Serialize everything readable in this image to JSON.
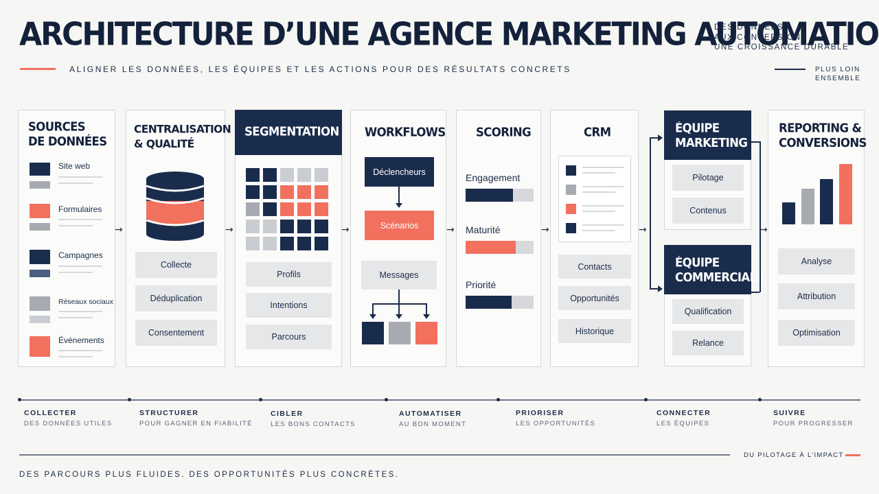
{
  "header": {
    "title": "ARCHITECTURE D’UNE AGENCE MARKETING AUTOMATION",
    "tagline": [
      "DES DONNÉES",
      "AUX CONVERSIONS",
      "UNE CROISSANCE DURABLE"
    ],
    "subtitle": "ALIGNER LES DONNÉES, LES ÉQUIPES ET LES ACTIONS POUR DES RÉSULTATS CONCRETS",
    "side_note": [
      "PLUS LOIN",
      "ENSEMBLE"
    ]
  },
  "colors": {
    "navy": "#1a2c4c",
    "coral": "#f2705e",
    "grey": "#a7abb1",
    "background": "#f6f6f4"
  },
  "panels": {
    "sources": {
      "title": [
        "SOURCES",
        "DE DONNÉES"
      ],
      "items": [
        "Site web",
        "Formulaires",
        "Campagnes",
        "Réseaux sociaux",
        "Événements"
      ]
    },
    "centralisation": {
      "title": [
        "CENTRALISATION",
        "& QUALITÉ"
      ],
      "icon": "database-icon",
      "items": [
        "Collecte",
        "Déduplication",
        "Consentement"
      ]
    },
    "segmentation": {
      "title": "SEGMENTATION",
      "items": [
        "Profils",
        "Intentions",
        "Parcours"
      ]
    },
    "workflows": {
      "title": "WORKFLOWS",
      "steps": [
        "Déclencheurs",
        "Scénarios",
        "Messages"
      ]
    },
    "scoring": {
      "title": "SCORING",
      "bars": [
        {
          "label": "Engagement",
          "value": 0.7,
          "color": "#1a2c4c"
        },
        {
          "label": "Maturité",
          "value": 0.74,
          "color": "#f2705e"
        },
        {
          "label": "Priorité",
          "value": 0.68,
          "color": "#1a2c4c"
        }
      ]
    },
    "crm": {
      "title": "CRM",
      "items": [
        "Contacts",
        "Opportunités",
        "Historique"
      ]
    },
    "teams": {
      "marketing": {
        "title": [
          "ÉQUIPE",
          "MARKETING"
        ],
        "items": [
          "Pilotage",
          "Contenus"
        ]
      },
      "commerciale": {
        "title": [
          "ÉQUIPE",
          "COMMERCIALE"
        ],
        "items": [
          "Qualification",
          "Relance"
        ]
      }
    },
    "reporting": {
      "title": [
        "REPORTING &",
        "CONVERSIONS"
      ],
      "items": [
        "Analyse",
        "Attribution",
        "Optimisation"
      ]
    }
  },
  "timeline": [
    {
      "title": "COLLECTER",
      "sub": "DES DONNÉES UTILES"
    },
    {
      "title": "STRUCTURER",
      "sub": "POUR GAGNER EN FIABILITÉ"
    },
    {
      "title": "CIBLER",
      "sub": "LES BONS CONTACTS"
    },
    {
      "title": "AUTOMATISER",
      "sub": "AU BON MOMENT"
    },
    {
      "title": "PRIORISER",
      "sub": "LES OPPORTUNITÉS"
    },
    {
      "title": "CONNECTER",
      "sub": "LES ÉQUIPES"
    },
    {
      "title": "SUIVRE",
      "sub": "POUR PROGRESSER"
    }
  ],
  "footer": {
    "right_note": "DU PILOTAGE À L’IMPACT",
    "tagline": "DES PARCOURS PLUS FLUIDES. DES OPPORTUNITÉS PLUS CONCRÈTES."
  }
}
